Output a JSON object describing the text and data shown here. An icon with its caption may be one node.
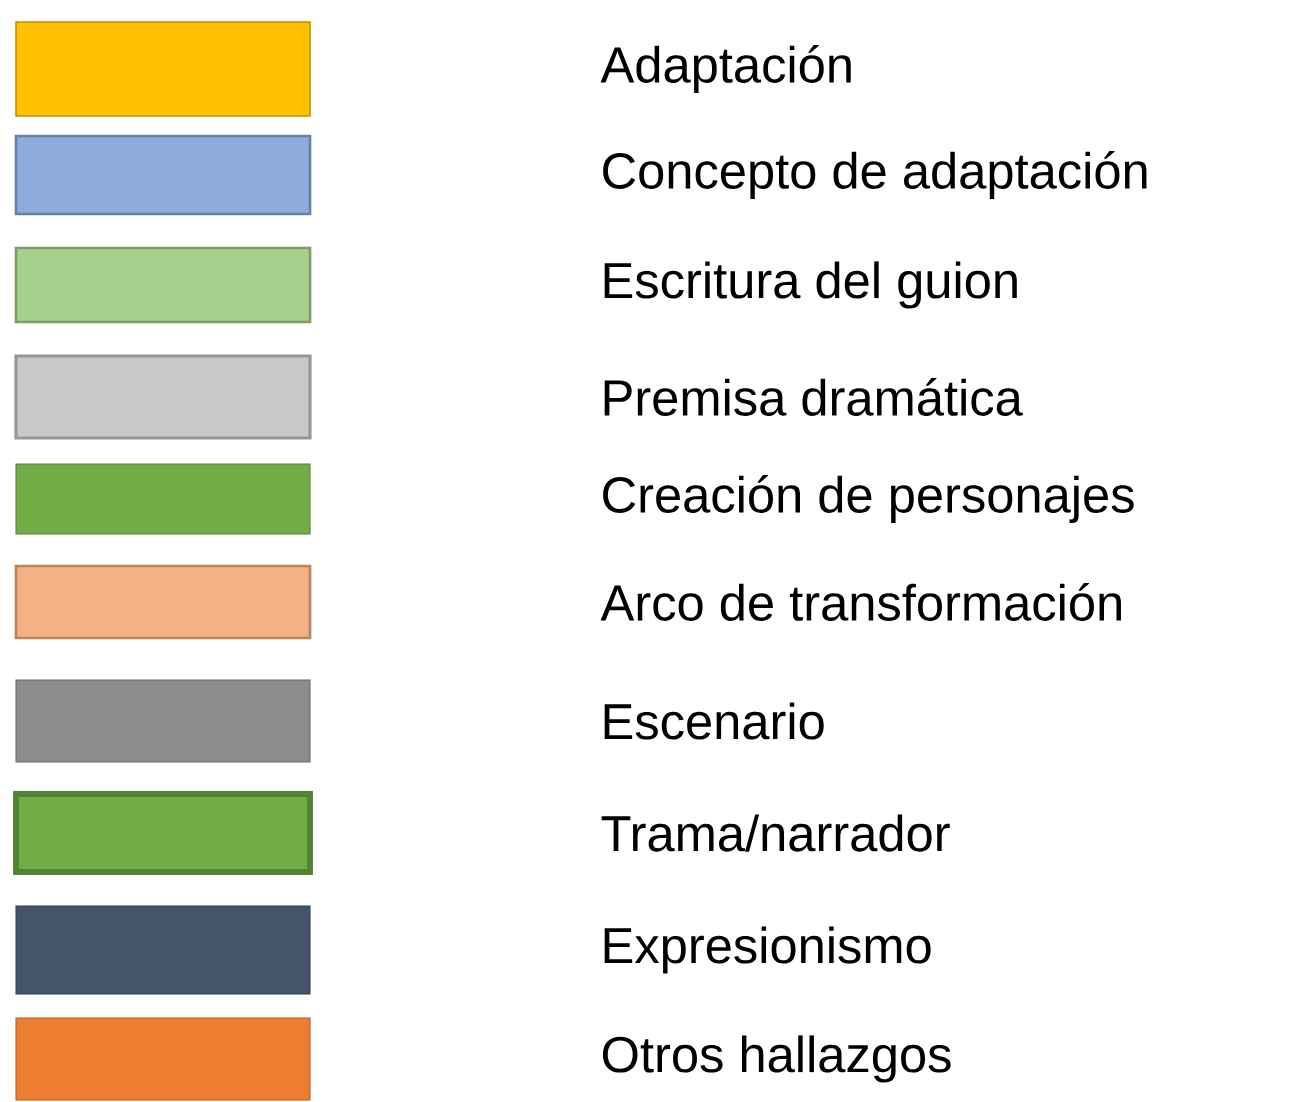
{
  "diagram": {
    "legend": [
      {
        "text": "Adaptación",
        "color": "#ffc000"
      },
      {
        "text": "Concepto de adaptación",
        "color": "#8faadc"
      },
      {
        "text": "Escritura del guion",
        "color": "#a9d18e"
      },
      {
        "text": "Premisa dramática",
        "color": "#c9c9c9"
      },
      {
        "text": "Creación de personajes",
        "color": "#70ad47"
      },
      {
        "text": "Arco de transformación",
        "color": "#f4b183"
      },
      {
        "text": "Escenario",
        "color": "#8c8c8c"
      },
      {
        "text": "Trama/narrador",
        "color": "#70ad47"
      },
      {
        "text": "Expresionismo",
        "color": "#44546a"
      },
      {
        "text": "Otros hallazgos",
        "color": "#ed7d31"
      }
    ]
  }
}
